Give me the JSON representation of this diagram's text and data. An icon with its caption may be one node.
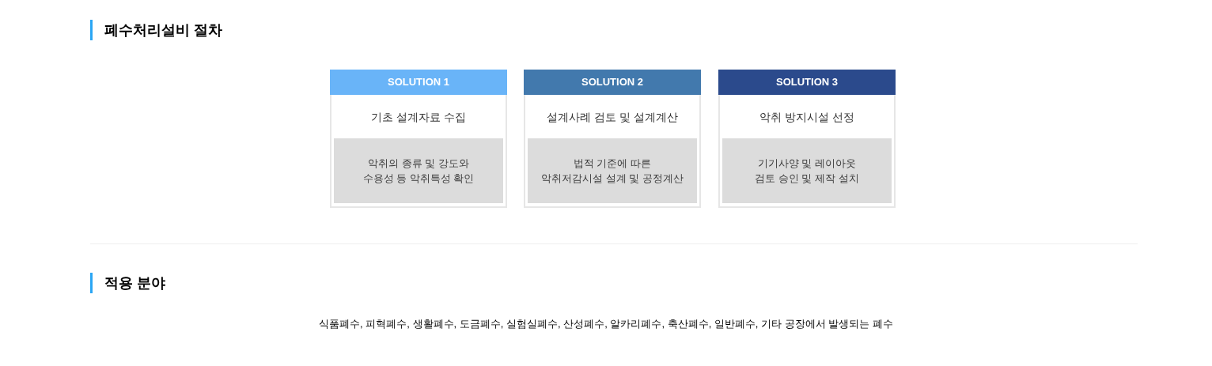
{
  "diagram": {
    "title": "폐수처리설비 절차",
    "nodes": [
      {
        "text": [
          "SOLUTION 1",
          "기초 설계자료 수집"
        ]
      },
      {
        "text": [
          "악취의 종류 및 강도와 수용성 등 악취특성 확인"
        ],
        "in": 0
      },
      {
        "text": [
          "SOLUTION 2",
          "설계사례 검토 및 설계계산"
        ]
      },
      {
        "text": [
          "법적 기준에 따른 악취저감시설 설계 및 공정계산"
        ],
        "in": 2
      },
      {
        "text": [
          "SOLUTION 3",
          "악취 방지시설 선정"
        ]
      },
      {
        "text": [
          "기기사양 및 레이아웃 검토 승인 및 제작 설치"
        ],
        "in": 4
      }
    ],
    "labels": [
      "적용 분야",
      "식품폐수, 피혁폐수, 생활폐수, 도금폐수, 실험실폐수, 산성폐수, 알카리폐수, 축산폐수, 일반폐수, 기타 공장에서 발생되는 폐수"
    ]
  }
}
